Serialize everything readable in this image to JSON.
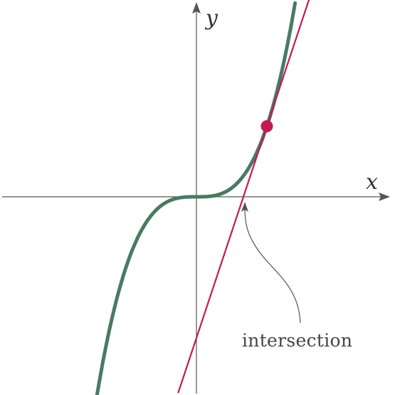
{
  "labels": {
    "x_axis": "x",
    "y_axis": "y",
    "annotation": "intersection"
  },
  "colors": {
    "cubic_curve": "#4a7a62",
    "tangent_line": "#c21a55",
    "tangent_point": "#c21a55",
    "axes": "#555555",
    "annotation": "#555555"
  },
  "diagram": {
    "cubic_function": "y = x^3",
    "tangent_point": {
      "x": 1,
      "y": 1
    },
    "tangent_line_slope": 3,
    "x_intercept": 0.6667
  }
}
